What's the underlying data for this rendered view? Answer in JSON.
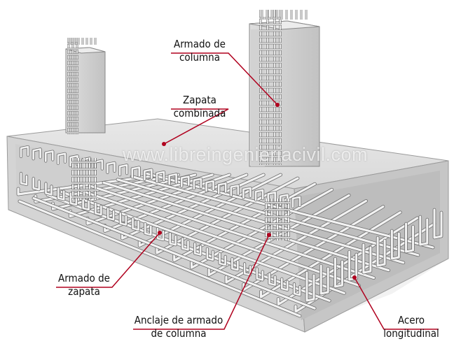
{
  "watermark": "www.libreingenieriacivil.com",
  "labels": {
    "armado_columna": [
      "Armado de",
      "columna"
    ],
    "zapata_combinada": [
      "Zapata",
      "combinada"
    ],
    "armado_zapata": [
      "Armado de",
      "zapata"
    ],
    "anclaje": [
      "Anclaje de armado",
      "de columna"
    ],
    "acero": [
      "Acero",
      "longitudinal"
    ]
  },
  "colors": {
    "leader": "#b0001e",
    "concrete_top": "#e6e6e6",
    "concrete_side": "#cfcfcf",
    "rebar": "#f2f2f2",
    "rebar_outline": "#6d6d6d"
  }
}
